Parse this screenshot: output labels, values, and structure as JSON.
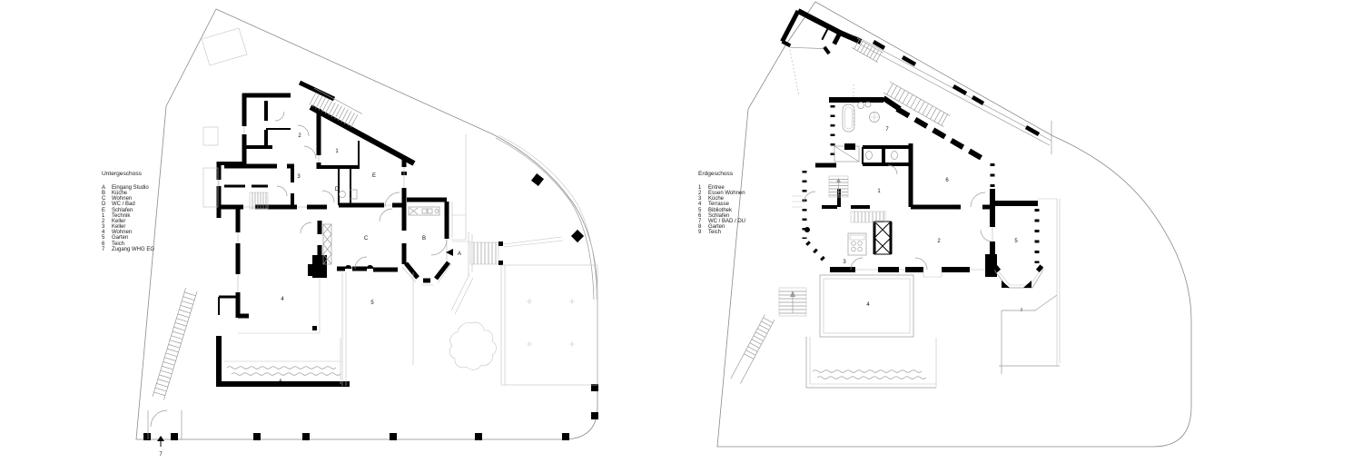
{
  "colors": {
    "wall": "#000000",
    "boundary": "#8a8a8a",
    "background": "#ffffff"
  },
  "plans": [
    {
      "name": "untergeschoss",
      "legend_title": "Untergeschoss",
      "legend": [
        {
          "key": "A",
          "label": "Eingang Studio"
        },
        {
          "key": "B",
          "label": "Küche"
        },
        {
          "key": "C",
          "label": "Wohnen"
        },
        {
          "key": "D",
          "label": "WC / Bad"
        },
        {
          "key": "E",
          "label": "Schlafen"
        },
        {
          "key": "1",
          "label": "Technik"
        },
        {
          "key": "2",
          "label": "Keller"
        },
        {
          "key": "3",
          "label": "Keller"
        },
        {
          "key": "4",
          "label": "Wohnen"
        },
        {
          "key": "5",
          "label": "Garten"
        },
        {
          "key": "6",
          "label": "Teich"
        },
        {
          "key": "7",
          "label": "Zugang WHG EG"
        }
      ],
      "rooms": [
        {
          "key": "2"
        },
        {
          "key": "1"
        },
        {
          "key": "3"
        },
        {
          "key": "E"
        },
        {
          "key": "D"
        },
        {
          "key": "C"
        },
        {
          "key": "B"
        },
        {
          "key": "A"
        },
        {
          "key": "4"
        },
        {
          "key": "5"
        },
        {
          "key": "6"
        },
        {
          "key": "7"
        }
      ]
    },
    {
      "name": "erdgeschoss",
      "legend_title": "Erdgeschoss",
      "legend": [
        {
          "key": "1",
          "label": "Entree"
        },
        {
          "key": "2",
          "label": "Essen Wohnen"
        },
        {
          "key": "3",
          "label": "Küche"
        },
        {
          "key": "4",
          "label": "Terrasse"
        },
        {
          "key": "5",
          "label": "Bibliothek"
        },
        {
          "key": "6",
          "label": "Schlafen"
        },
        {
          "key": "7",
          "label": "WC / BAD / DU"
        },
        {
          "key": "8",
          "label": "Garten"
        },
        {
          "key": "9",
          "label": "Teich"
        }
      ],
      "rooms": [
        {
          "key": "7"
        },
        {
          "key": "1"
        },
        {
          "key": "6"
        },
        {
          "key": "2"
        },
        {
          "key": "5"
        },
        {
          "key": "3"
        },
        {
          "key": "4"
        },
        {
          "key": "8"
        }
      ]
    }
  ]
}
